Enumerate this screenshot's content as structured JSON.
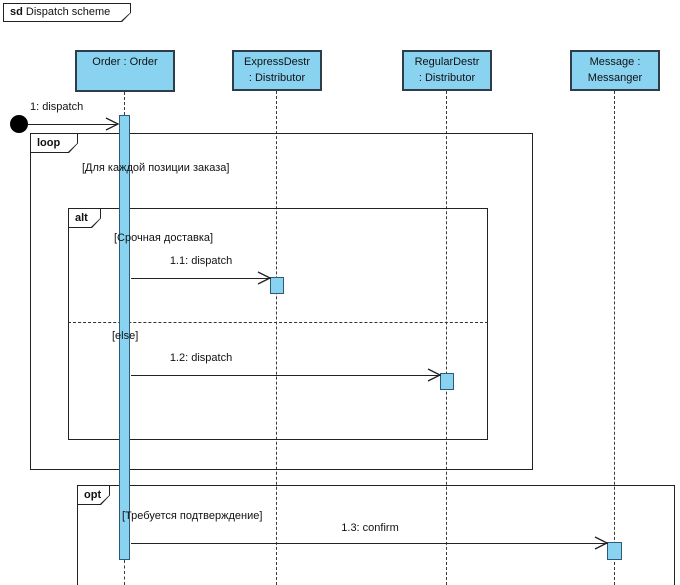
{
  "frame": {
    "keyword": "sd",
    "title": "Dispatch scheme"
  },
  "lifelines": [
    {
      "line1": "Order : Order",
      "line2": ""
    },
    {
      "line1": "ExpressDestr",
      "line2": ": Distributor"
    },
    {
      "line1": "RegularDestr",
      "line2": ": Distributor"
    },
    {
      "line1": "Message :",
      "line2": "Messanger"
    }
  ],
  "messages": {
    "m1": "1: dispatch",
    "m11": "1.1: dispatch",
    "m12": "1.2: dispatch",
    "m13": "1.3: confirm"
  },
  "fragments": {
    "loop": {
      "operator": "loop",
      "guard": "[Для каждой позиции заказа]"
    },
    "alt": {
      "operator": "alt",
      "guard1": "[Срочная доставка]",
      "guard2": "[else]"
    },
    "opt": {
      "operator": "opt",
      "guard": "[Требуется подтверждение]"
    }
  },
  "colors": {
    "node_fill": "#8ad3f0",
    "node_border": "#2e3d4a",
    "line_color": "#222222"
  }
}
